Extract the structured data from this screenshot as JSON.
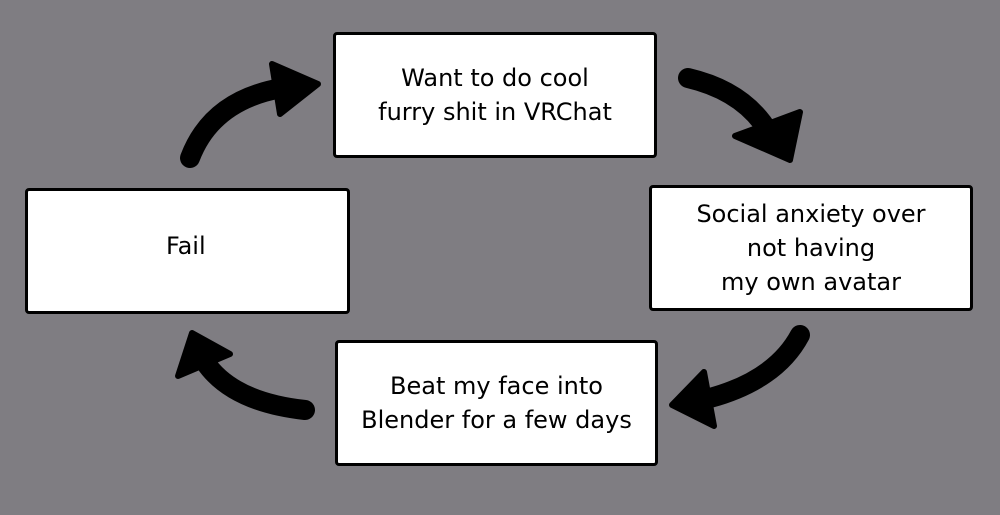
{
  "diagram": {
    "type": "cycle",
    "background_color": "#7f7d82",
    "nodes": [
      {
        "id": "want",
        "lines": [
          "Want to do cool",
          "furry shit in VRChat"
        ]
      },
      {
        "id": "anxiety",
        "lines": [
          "Social anxiety over",
          "not having",
          "my own avatar"
        ]
      },
      {
        "id": "blender",
        "lines": [
          "Beat my face into",
          "Blender for a few days"
        ]
      },
      {
        "id": "fail",
        "lines": [
          "Fail"
        ]
      }
    ],
    "edges": [
      {
        "from": "want",
        "to": "anxiety"
      },
      {
        "from": "anxiety",
        "to": "blender"
      },
      {
        "from": "blender",
        "to": "fail"
      },
      {
        "from": "fail",
        "to": "want"
      }
    ]
  }
}
